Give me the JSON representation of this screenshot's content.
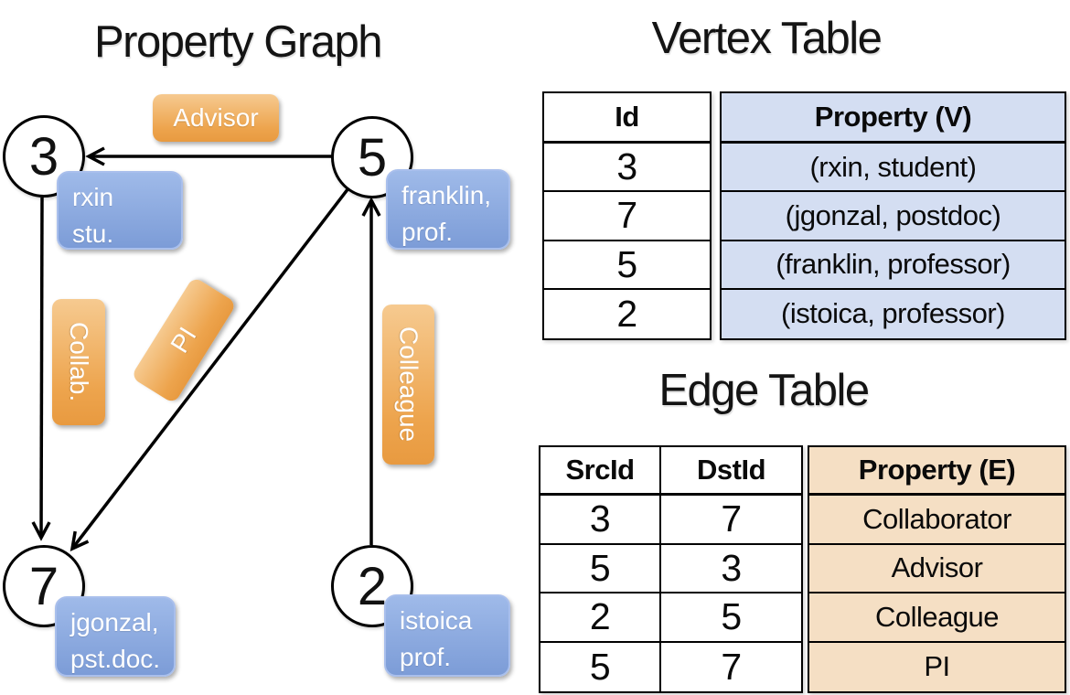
{
  "property_graph": {
    "title": "Property Graph",
    "nodes": [
      {
        "id": "3",
        "property_lines": [
          "rxin",
          "stu."
        ]
      },
      {
        "id": "5",
        "property_lines": [
          "franklin,",
          "prof."
        ]
      },
      {
        "id": "7",
        "property_lines": [
          "jgonzal,",
          "pst.doc."
        ]
      },
      {
        "id": "2",
        "property_lines": [
          "istoica",
          "prof."
        ]
      }
    ],
    "edges": [
      {
        "src": "5",
        "dst": "3",
        "label": "Advisor"
      },
      {
        "src": "3",
        "dst": "7",
        "label": "Collab."
      },
      {
        "src": "5",
        "dst": "7",
        "label": "PI"
      },
      {
        "src": "2",
        "dst": "5",
        "label": "Colleague"
      }
    ]
  },
  "vertex_table": {
    "title": "Vertex Table",
    "columns": [
      "Id",
      "Property (V)"
    ],
    "rows": [
      [
        "3",
        "(rxin, student)"
      ],
      [
        "7",
        "(jgonzal, postdoc)"
      ],
      [
        "5",
        "(franklin, professor)"
      ],
      [
        "2",
        "(istoica, professor)"
      ]
    ]
  },
  "edge_table": {
    "title": "Edge Table",
    "columns": [
      "SrcId",
      "DstId",
      "Property (E)"
    ],
    "rows": [
      [
        "3",
        "7",
        "Collaborator"
      ],
      [
        "5",
        "3",
        "Advisor"
      ],
      [
        "2",
        "5",
        "Colleague"
      ],
      [
        "5",
        "7",
        "PI"
      ]
    ]
  },
  "colors": {
    "edge_label_orange_top": "#f6ca90",
    "edge_label_orange_bottom": "#e89a40",
    "vertex_box_blue_top": "#9fbae9",
    "vertex_box_blue_bottom": "#7c9cd7",
    "vertex_table_fill": "#d4def2",
    "edge_table_fill": "#f5dfc4",
    "line_color": "#000000"
  }
}
